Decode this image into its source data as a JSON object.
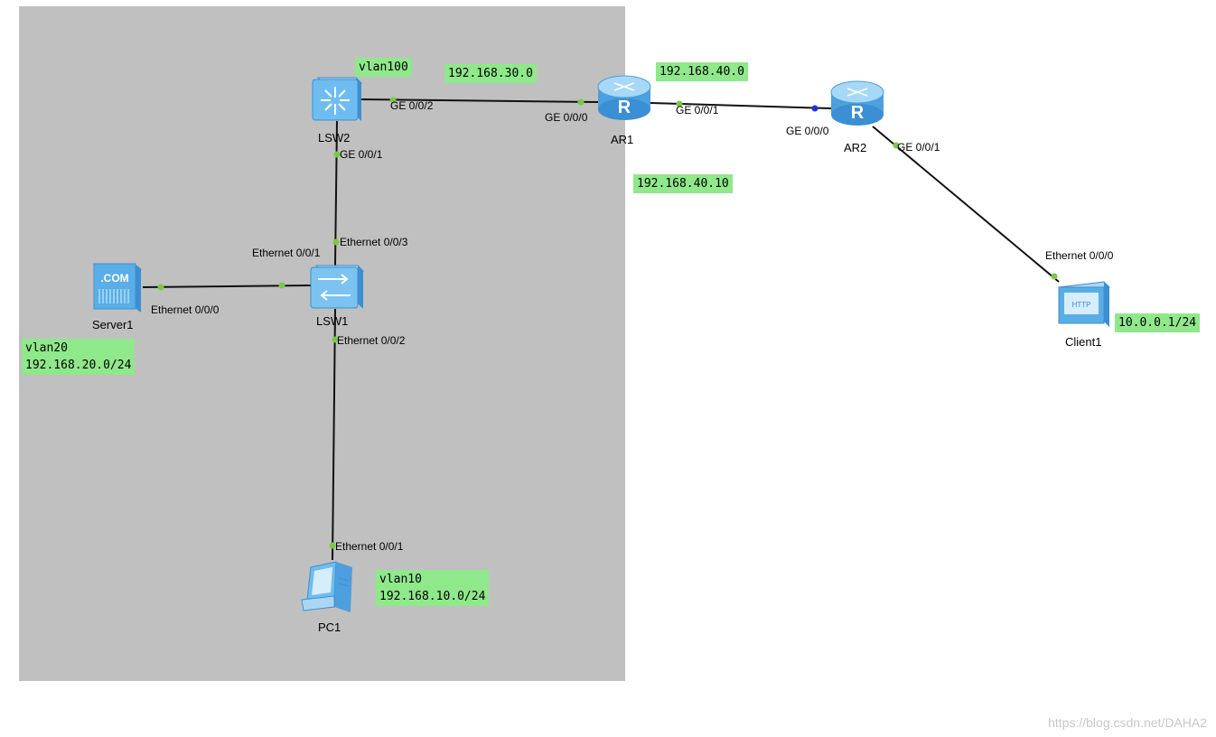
{
  "devices": {
    "lsw2": "LSW2",
    "ar1": "AR1",
    "ar2": "AR2",
    "lsw1": "LSW1",
    "server1": "Server1",
    "pc1": "PC1",
    "client1": "Client1"
  },
  "ports": {
    "lsw2_ge002": "GE 0/0/2",
    "ar1_ge000": "GE 0/0/0",
    "ar1_ge001": "GE 0/0/1",
    "ar2_ge000": "GE 0/0/0",
    "ar2_ge001": "GE 0/0/1",
    "lsw2_ge001": "GE 0/0/1",
    "lsw1_eth003": "Ethernet 0/0/3",
    "lsw1_eth001": "Ethernet 0/0/1",
    "server1_eth000": "Ethernet 0/0/0",
    "lsw1_eth002": "Ethernet 0/0/2",
    "pc1_eth001": "Ethernet 0/0/1",
    "client1_eth000": "Ethernet 0/0/0"
  },
  "notes": {
    "vlan100": "vlan100",
    "net30": "192.168.30.0",
    "net40": "192.168.40.0",
    "ip40_10": "192.168.40.10",
    "vlan20": "vlan20\n192.168.20.0/24",
    "vlan10": "vlan10\n192.168.10.0/24",
    "client_ip": "10.0.0.1/24"
  },
  "server_icon_text": ".COM",
  "client_icon_text": "HTTP",
  "watermark": "https://blog.csdn.net/DAHA2",
  "colors": {
    "area": "#c0c0c0",
    "note": "#8fe88a",
    "port_dot": "#7ac943",
    "port_dot_down": "#1a33e6",
    "device_blue": "#5aaee8"
  }
}
